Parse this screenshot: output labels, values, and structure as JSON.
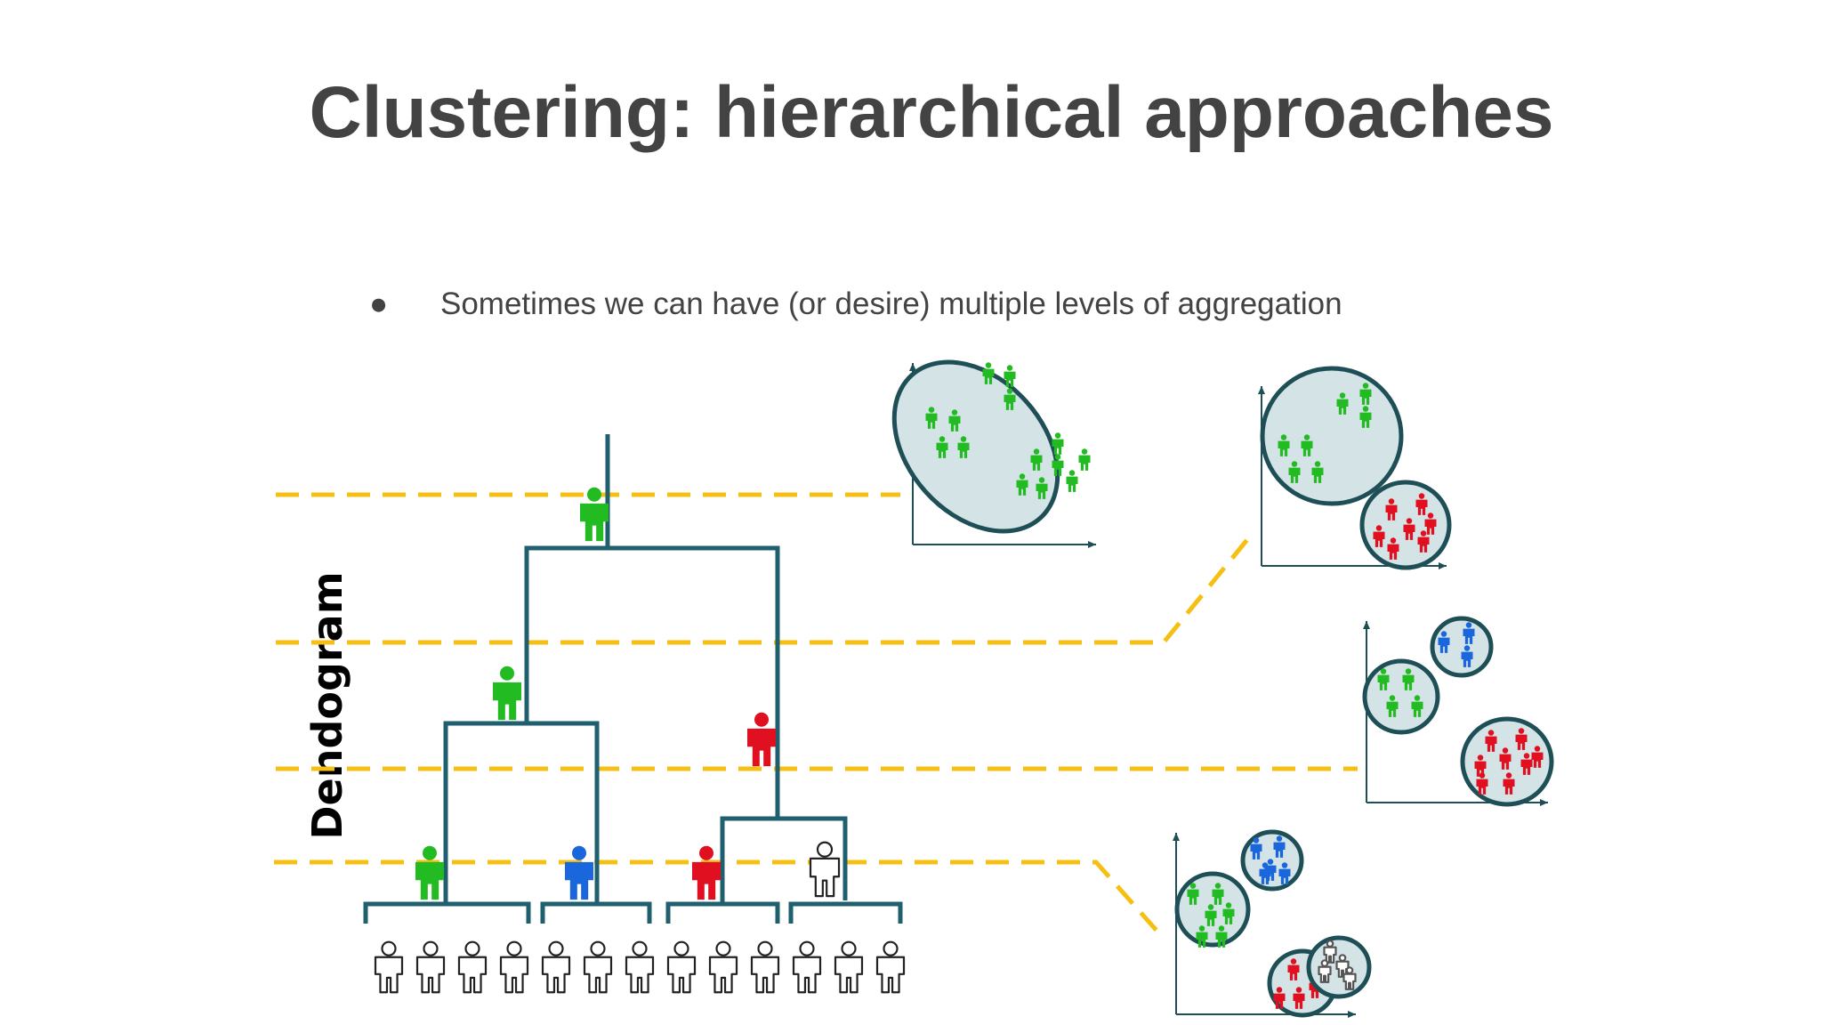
{
  "slide": {
    "title": "Clustering: hierarchical approaches",
    "bullet": "Sometimes we can have (or desire) multiple levels of aggregation",
    "bullet_marker": "●",
    "vertical_label": "Dendogram"
  },
  "colors": {
    "title_text": "#434343",
    "tree_line": "#1f5f6e",
    "cut_line": "#f5c013",
    "cluster_fill": "#d4e3e6",
    "cluster_stroke": "#1e4f56",
    "green": "#22bb22",
    "blue": "#1a66dd",
    "red": "#e01020",
    "outline": "#222222"
  },
  "dendrogram": {
    "leaf_icon": "person-outline-icon",
    "leaf_count": 13,
    "merge_markers": [
      "green",
      "green",
      "red",
      "green",
      "blue",
      "red",
      "white"
    ],
    "cut_levels": 4
  },
  "scatter_panels": [
    {
      "level": 1,
      "clusters": [
        "green"
      ]
    },
    {
      "level": 2,
      "clusters": [
        "green",
        "red"
      ]
    },
    {
      "level": 3,
      "clusters": [
        "blue",
        "green",
        "red"
      ]
    },
    {
      "level": 4,
      "clusters": [
        "blue",
        "green",
        "red",
        "white"
      ]
    }
  ]
}
